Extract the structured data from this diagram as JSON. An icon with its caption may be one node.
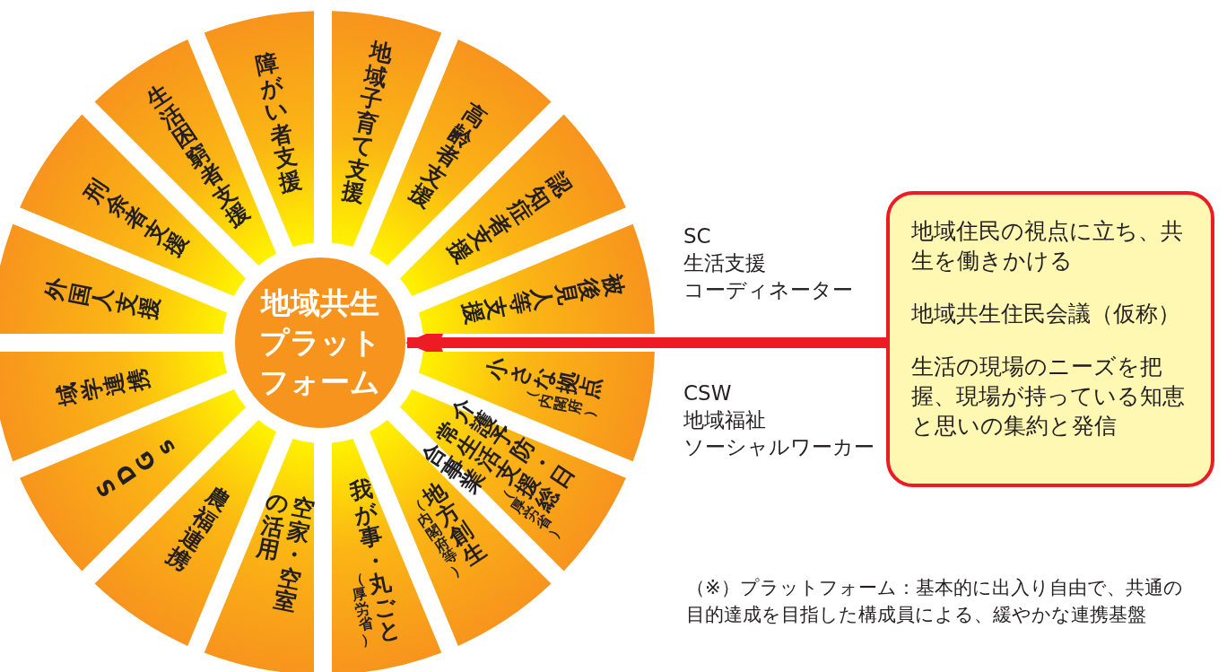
{
  "diagram": {
    "nodes": [
      {
        "text": [
          "地域共生プラットフォーム"
        ]
      },
      {
        "text": [
          "障がい者支援"
        ]
      },
      {
        "text": [
          "地域子育て支援"
        ]
      },
      {
        "text": [
          "高齢者支援"
        ]
      },
      {
        "text": [
          "認知症者支援"
        ]
      },
      {
        "text": [
          "被後見人等支援"
        ]
      },
      {
        "text": [
          "小さな拠点",
          "（内閣府）"
        ]
      },
      {
        "text": [
          "介護予防・日常生活支援総合事業",
          "（厚労省）"
        ]
      },
      {
        "text": [
          "地方創生",
          "（内閣府等）"
        ]
      },
      {
        "text": [
          "我が事・丸ごと",
          "（厚労省）"
        ]
      },
      {
        "text": [
          "空家・空室の活用"
        ]
      },
      {
        "text": [
          "農福連携"
        ]
      },
      {
        "text": [
          "SDGs"
        ]
      },
      {
        "text": [
          "域学連携"
        ]
      },
      {
        "text": [
          "外国人支援"
        ]
      },
      {
        "text": [
          "刑余者支援"
        ]
      },
      {
        "text": [
          "生活困窮者支援"
        ]
      },
      {
        "text": [
          "地域住民の視点に立ち、共生を働きかける",
          "地域共生住民会議（仮称）",
          "生活の現場のニーズを把握、現場が持っている知恵と思いの集約と発信"
        ]
      }
    ],
    "edges": [
      {
        "from": 17,
        "to": 0,
        "arrow": "to",
        "color": "#ed1c24"
      }
    ],
    "labels": [
      "SC",
      "生活支援",
      "コーディネーター",
      "CSW",
      "地域福祉",
      "ソーシャルワーカー",
      "（※）プラットフォーム：基本的に出入り自由で、共通の目的達成を目指した構成員による、緩やかな連携基盤"
    ]
  }
}
